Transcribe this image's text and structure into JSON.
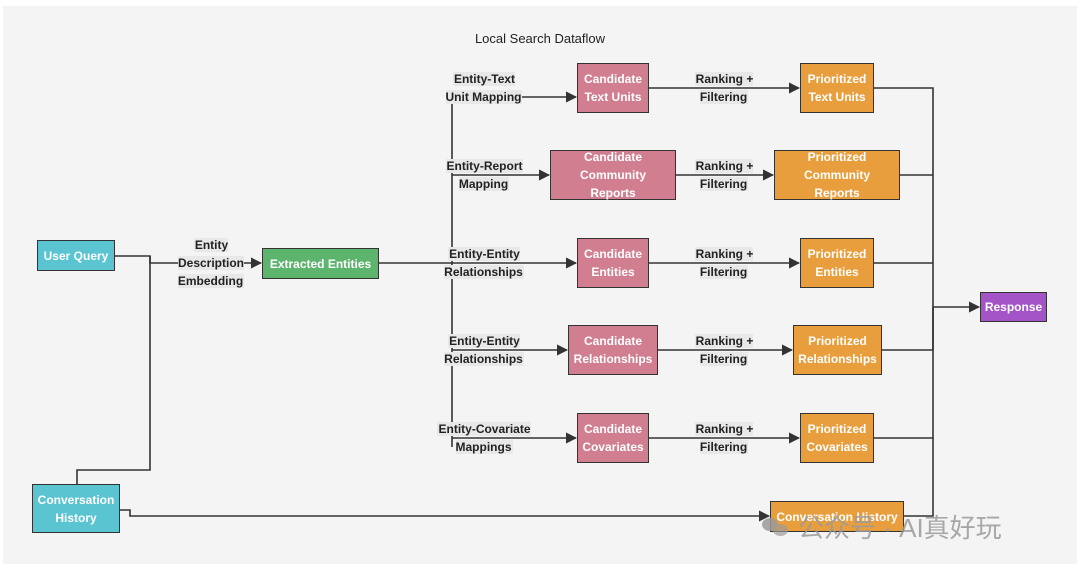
{
  "title": "Local Search Dataflow",
  "nodes": {
    "user_query": "User Query",
    "conversation_history": "Conversation History",
    "extracted_entities": "Extracted Entities",
    "candidate_text_units": "Candidate Text Units",
    "candidate_community_reports": "Candidate Community Reports",
    "candidate_entities": "Candidate Entities",
    "candidate_relationships": "Candidate Relationships",
    "candidate_covariates": "Candidate Covariates",
    "prioritized_text_units": "Prioritized Text Units",
    "prioritized_community_reports": "Prioritized Community Reports",
    "prioritized_entities": "Prioritized Entities",
    "prioritized_relationships": "Prioritized Relationships",
    "prioritized_covariates": "Prioritized Covariates",
    "conversation_history_out": "Conversation History",
    "response": "Response"
  },
  "edge_labels": {
    "entity_description_embedding": "Entity Description Embedding",
    "entity_text_unit_mapping": "Entity-Text Unit Mapping",
    "entity_report_mapping": "Entity-Report Mapping",
    "entity_entity_relationships_1": "Entity-Entity Relationships",
    "entity_entity_relationships_2": "Entity-Entity Relationships",
    "entity_covariate_mappings": "Entity-Covariate Mappings",
    "ranking_filtering": "Ranking + Filtering"
  },
  "watermark": "公众号 · AI真好玩",
  "colors": {
    "input": "#5bc4d1",
    "entities": "#5db46d",
    "candidate": "#d07e90",
    "prioritized": "#e99e3d",
    "response": "#a454c6"
  }
}
